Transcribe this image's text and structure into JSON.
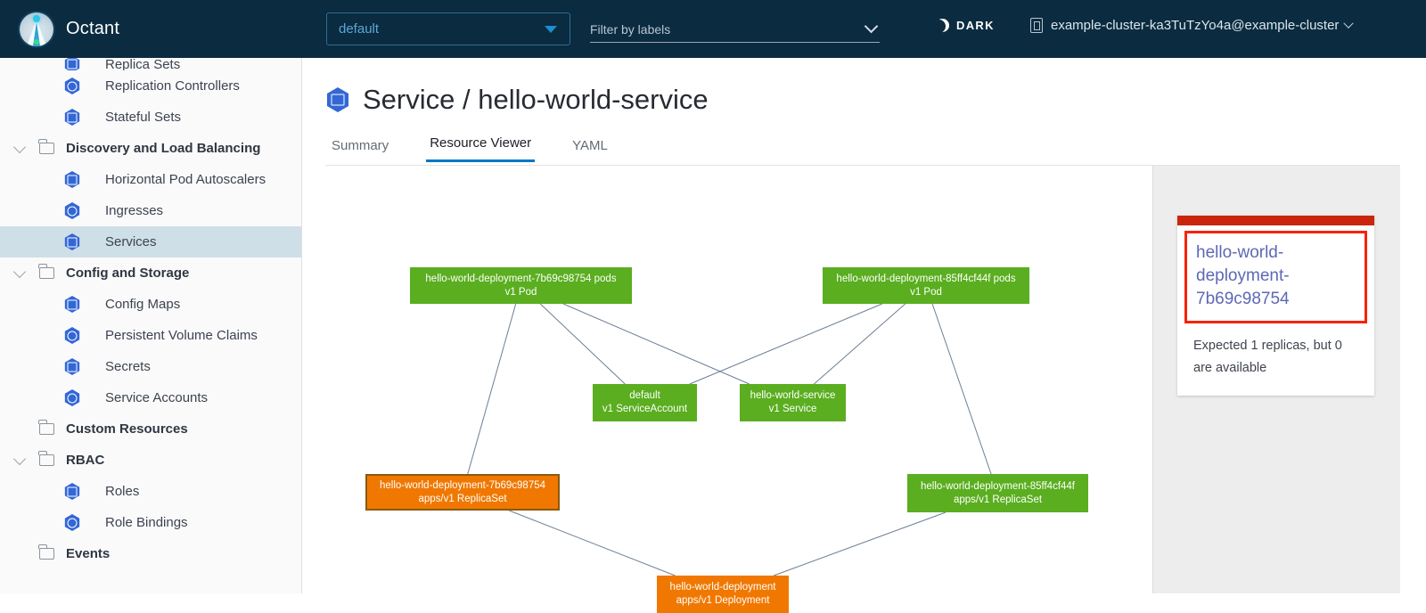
{
  "header": {
    "brand": "Octant",
    "logo_icon": "octant-logo-icon",
    "namespace": {
      "value": "default",
      "caret_icon": "chevron-down-icon"
    },
    "filter": {
      "placeholder": "Filter by labels",
      "value": "",
      "caret_icon": "chevron-down-icon"
    },
    "theme_toggle": {
      "label": "DARK",
      "icon": "moon-icon"
    },
    "cluster": {
      "label": "example-cluster-ka3TuTzYo4a@example-cluster",
      "icon": "cluster-icon",
      "caret_icon": "chevron-down-icon"
    }
  },
  "sidebar": {
    "items": [
      {
        "label": "Replica Sets",
        "type": "resource",
        "icon": "k8s-replicaset-icon",
        "active": false,
        "clipped": true
      },
      {
        "label": "Replication Controllers",
        "type": "resource",
        "icon": "k8s-replicationcontroller-icon",
        "active": false
      },
      {
        "label": "Stateful Sets",
        "type": "resource",
        "icon": "k8s-statefulset-icon",
        "active": false
      },
      {
        "label": "Discovery and Load Balancing",
        "type": "group",
        "icon": "folder-icon",
        "expanded": true
      },
      {
        "label": "Horizontal Pod Autoscalers",
        "type": "resource",
        "icon": "k8s-hpa-icon",
        "active": false
      },
      {
        "label": "Ingresses",
        "type": "resource",
        "icon": "k8s-ingress-icon",
        "active": false
      },
      {
        "label": "Services",
        "type": "resource",
        "icon": "k8s-service-icon",
        "active": true
      },
      {
        "label": "Config and Storage",
        "type": "group",
        "icon": "folder-icon",
        "expanded": true
      },
      {
        "label": "Config Maps",
        "type": "resource",
        "icon": "k8s-configmap-icon",
        "active": false
      },
      {
        "label": "Persistent Volume Claims",
        "type": "resource",
        "icon": "k8s-pvc-icon",
        "active": false
      },
      {
        "label": "Secrets",
        "type": "resource",
        "icon": "k8s-secret-icon",
        "active": false
      },
      {
        "label": "Service Accounts",
        "type": "resource",
        "icon": "k8s-serviceaccount-icon",
        "active": false
      },
      {
        "label": "Custom Resources",
        "type": "group",
        "icon": "folder-icon",
        "expanded": false
      },
      {
        "label": "RBAC",
        "type": "group",
        "icon": "folder-icon",
        "expanded": true
      },
      {
        "label": "Roles",
        "type": "resource",
        "icon": "k8s-role-icon",
        "active": false
      },
      {
        "label": "Role Bindings",
        "type": "resource",
        "icon": "k8s-rolebinding-icon",
        "active": false
      },
      {
        "label": "Events",
        "type": "group",
        "icon": "folder-icon",
        "expanded": false
      }
    ]
  },
  "main": {
    "title": "Service / hello-world-service",
    "title_icon": "k8s-service-icon",
    "tabs": [
      {
        "label": "Summary",
        "active": false
      },
      {
        "label": "Resource Viewer",
        "active": true
      },
      {
        "label": "YAML",
        "active": false
      }
    ]
  },
  "graph": {
    "nodes": [
      {
        "id": "pod-7b69",
        "line1": "hello-world-deployment-7b69c98754 pods",
        "line2": "v1 Pod",
        "color": "green",
        "selected": false
      },
      {
        "id": "pod-85ff",
        "line1": "hello-world-deployment-85ff4cf44f pods",
        "line2": "v1 Pod",
        "color": "green",
        "selected": false
      },
      {
        "id": "serviceaccount",
        "line1": "default",
        "line2": "v1 ServiceAccount",
        "color": "green",
        "selected": false
      },
      {
        "id": "service",
        "line1": "hello-world-service",
        "line2": "v1 Service",
        "color": "green",
        "selected": false
      },
      {
        "id": "rs-7b69",
        "line1": "hello-world-deployment-7b69c98754",
        "line2": "apps/v1 ReplicaSet",
        "color": "orange",
        "selected": true
      },
      {
        "id": "rs-85ff",
        "line1": "hello-world-deployment-85ff4cf44f",
        "line2": "apps/v1 ReplicaSet",
        "color": "green",
        "selected": false
      },
      {
        "id": "deployment",
        "line1": "hello-world-deployment",
        "line2": "apps/v1 Deployment",
        "color": "orange",
        "selected": false
      }
    ],
    "edge_color": "#6b7f96"
  },
  "detail": {
    "accent_color": "#c9260c",
    "border_color": "#f72200",
    "title": "hello-world-deployment-7b69c98754",
    "message": "Expected 1 replicas, but 0 are available"
  }
}
